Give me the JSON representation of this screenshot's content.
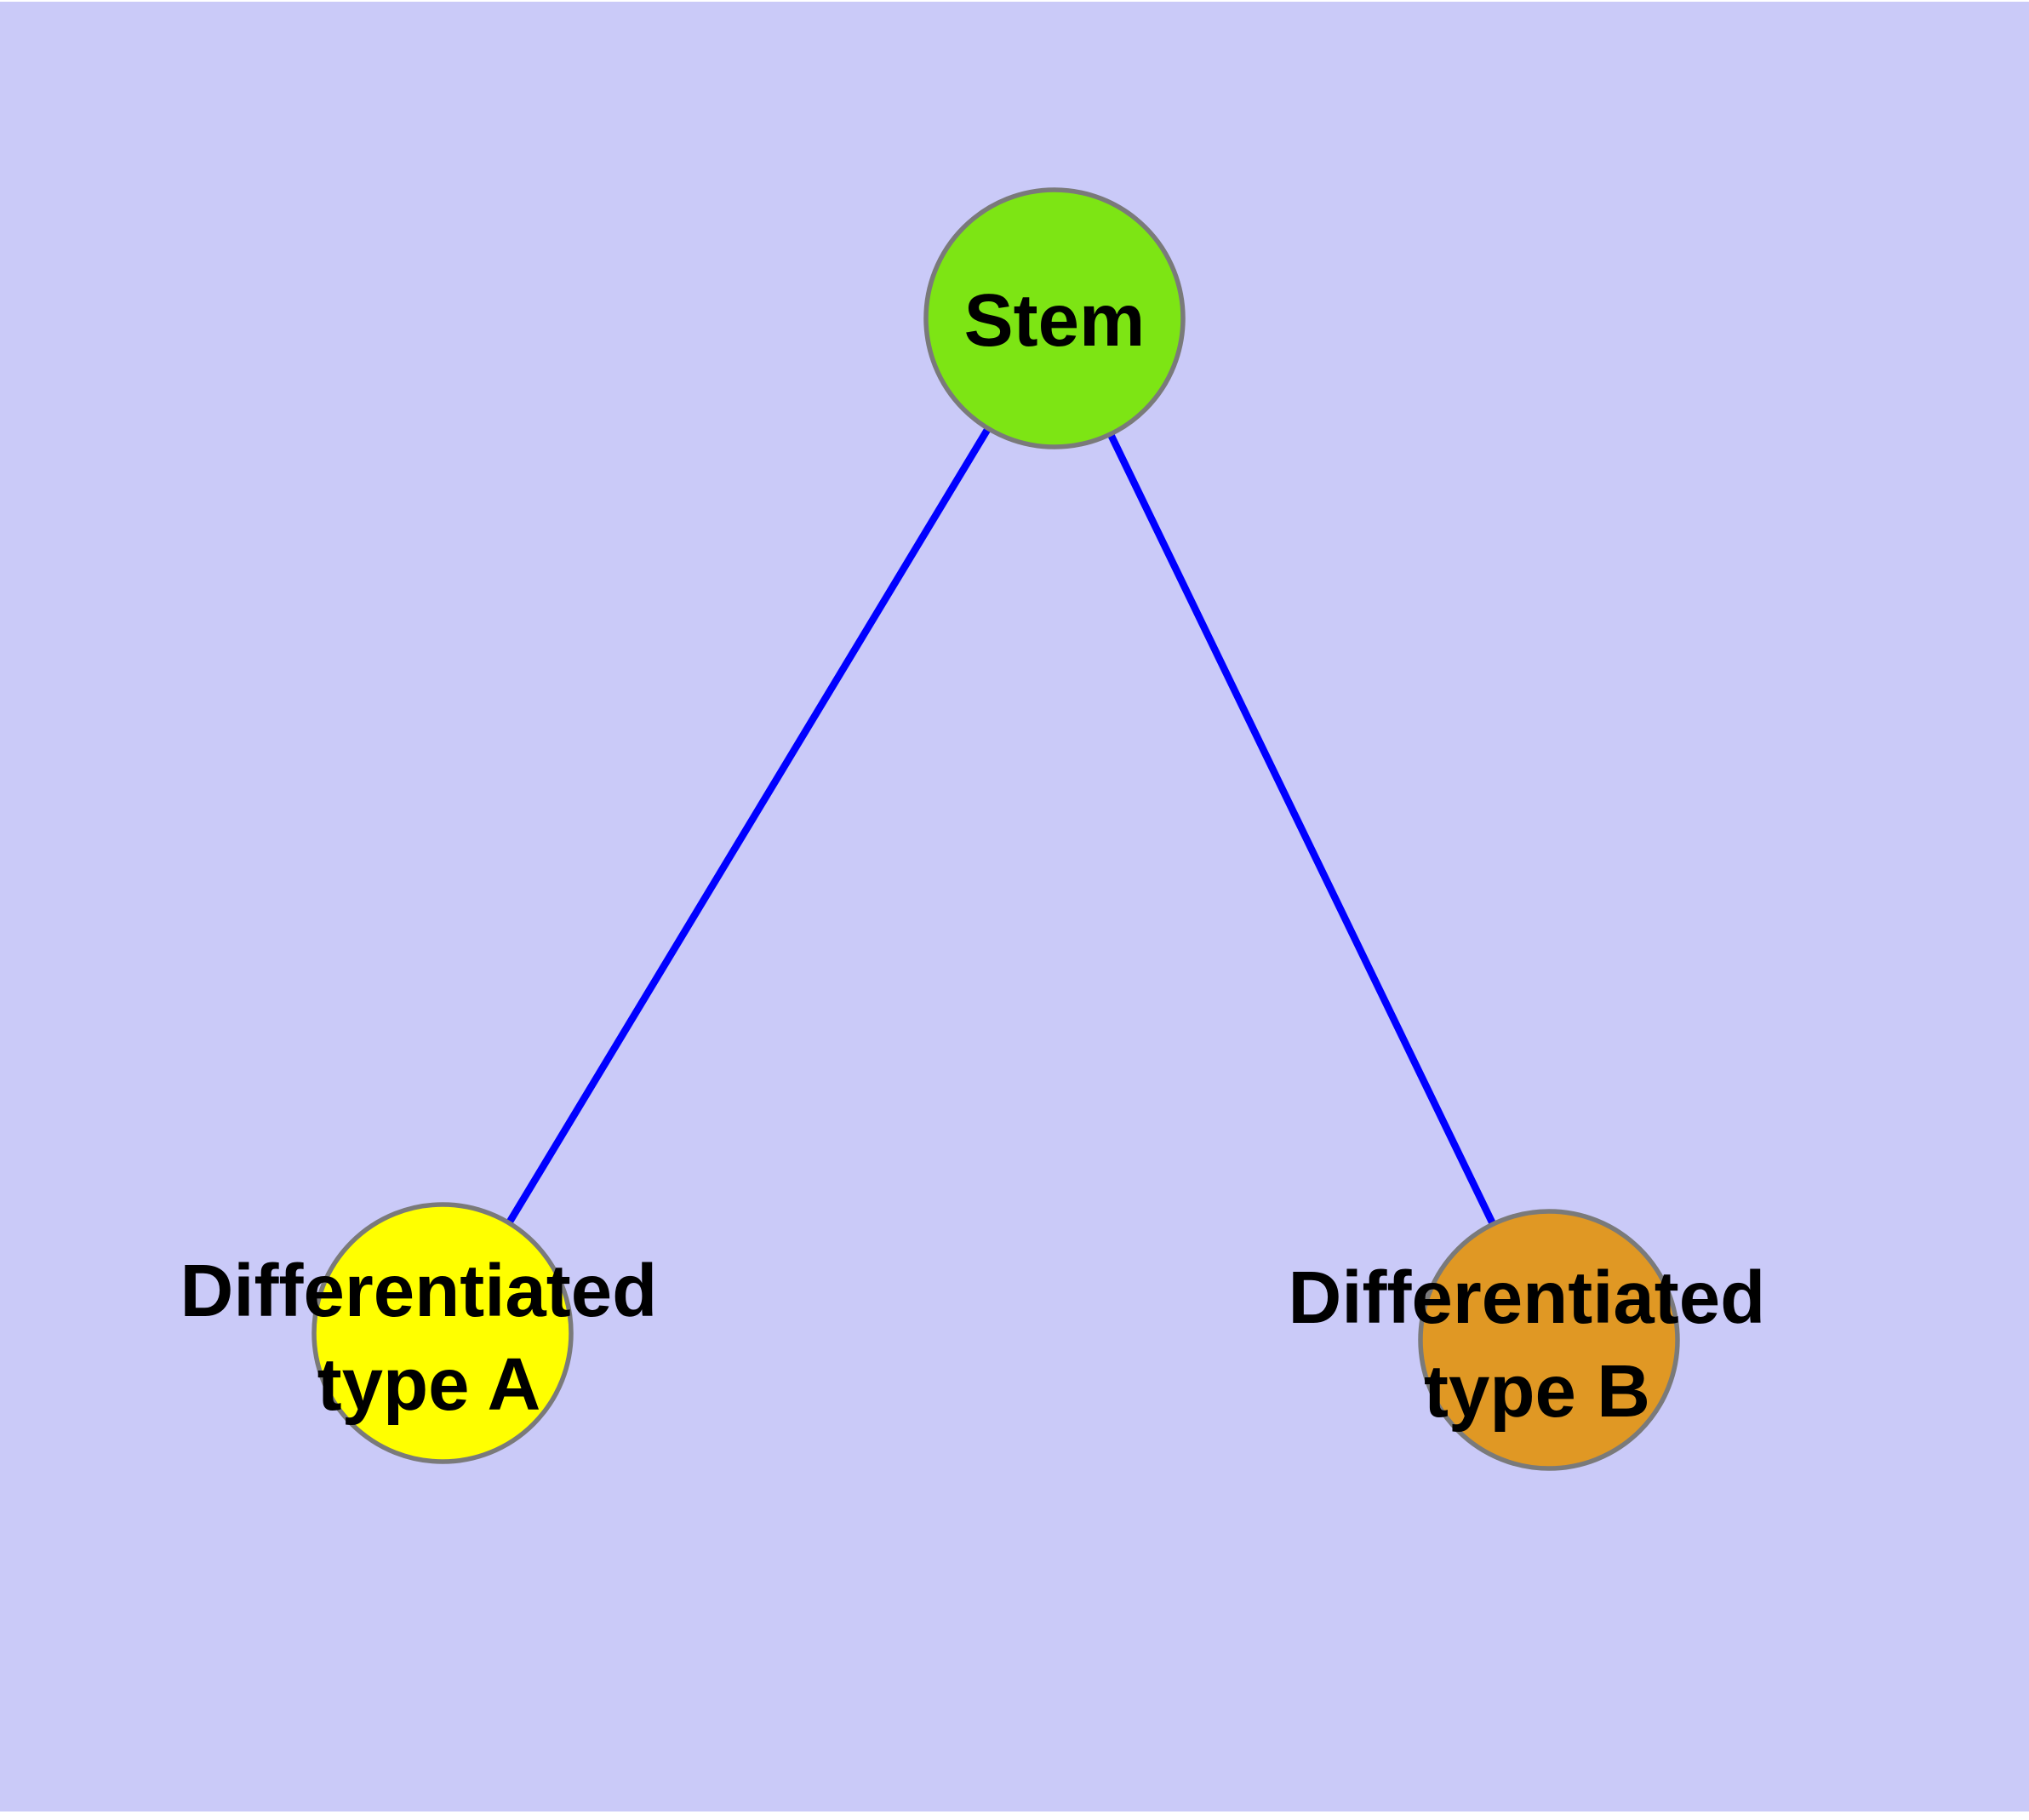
{
  "diagram": {
    "background_color": "#cacaf8",
    "margin_color": "#ffffff",
    "node_border_color": "#7a7a7a",
    "edge_color": "#0000ff",
    "text_color": "#000000",
    "nodes": {
      "stem": {
        "label": "Stem",
        "fill": "#7de514"
      },
      "diff_a": {
        "label_line1": "Differentiated",
        "label_line2": "type A",
        "fill": "#ffff00"
      },
      "diff_b": {
        "label_line1": "Differentiated",
        "label_line2": "type B",
        "fill": "#e09824"
      }
    },
    "edges": [
      {
        "from": "Stem",
        "to": "Differentiated type A"
      },
      {
        "from": "Stem",
        "to": "Differentiated type B"
      }
    ]
  }
}
